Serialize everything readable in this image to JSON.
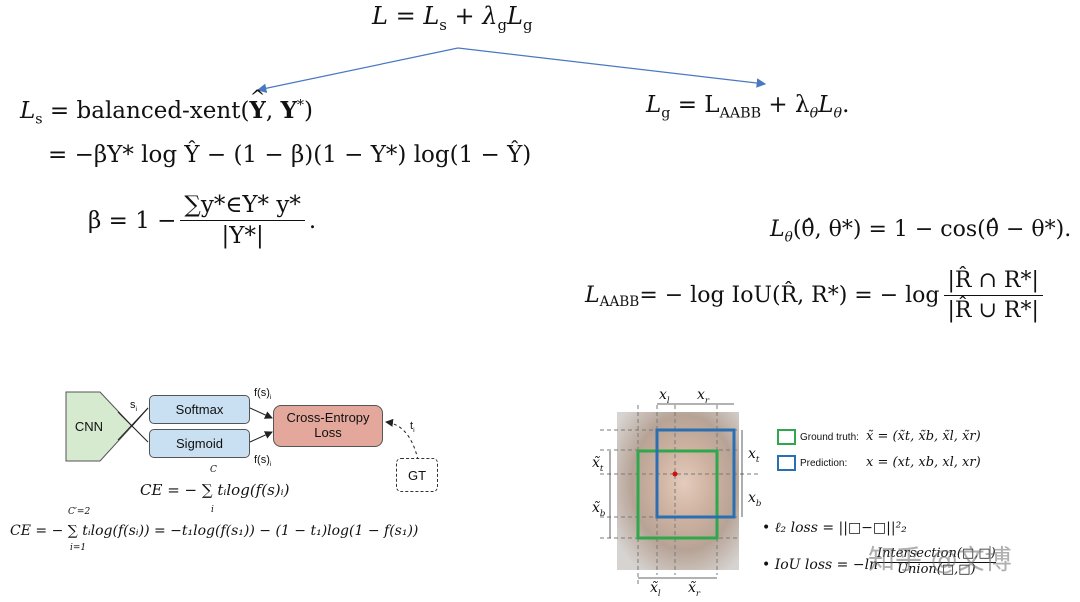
{
  "top": {
    "main_eq": {
      "lhs": "L",
      "eq": "=",
      "l1": "L",
      "l1_sub": "s",
      "plus": "+",
      "lambda": "λ",
      "lambda_sub": "g",
      "l2": "L",
      "l2_sub": "g"
    }
  },
  "left": {
    "ls_line1": {
      "lhs": "L",
      "lhs_sub": "s",
      "rhs": "= balanced-xent(",
      "y1": "Y",
      "comma": ", ",
      "y2": "Y",
      "star": "*",
      "close": ")"
    },
    "ls_line2": {
      "text": "= −βY* log Ŷ − (1 − β)(1 − Y*) log(1 − Ŷ)"
    },
    "beta_eq": {
      "lhs": "β = 1 −",
      "num": "∑y*∈Y* y*",
      "den": "|Y*|",
      "tail": "."
    }
  },
  "right": {
    "lg_eq": {
      "text": "L",
      "sub": "g",
      "rhs": " = L",
      "rhs_sub": "AABB",
      "rest": " + λ",
      "rest_sub": "θ",
      "tail_l": "L",
      "tail_sub": "θ",
      "tail": "."
    },
    "ltheta_eq": {
      "lhs": "L",
      "lhs_sub": "θ",
      "args": "(θ̂, θ*) = 1 − cos(θ̂ − θ*)."
    },
    "laabb_eq": {
      "lhs": "L",
      "lhs_sub": "AABB",
      "mid": " = − log IoU(R̂, R*) = − log",
      "num": "|R̂ ∩ R*|",
      "den": "|R̂ ∪ R*|"
    }
  },
  "flow": {
    "cnn": "CNN",
    "softmax": "Softmax",
    "sigmoid": "Sigmoid",
    "ce_loss": "Cross-Entropy Loss",
    "gt": "GT",
    "s_i": "s",
    "s_i_sub": "i",
    "fs_top": "f(s)",
    "fs_top_sub": "i",
    "fs_bot": "f(s)",
    "fs_bot_sub": "i",
    "t_i": "t",
    "t_i_sub": "i",
    "ce_eq1": "CE = − ∑ tᵢlog(f(s)ᵢ)",
    "ce_eq1_top": "C",
    "ce_eq1_bot": "i",
    "ce_eq2": "CE = − ∑ tᵢlog(f(sᵢ)) = −t₁log(f(s₁)) − (1 − t₁)log(1 − f(s₁))",
    "ce_eq2_top": "C′=2",
    "ce_eq2_bot": "i=1"
  },
  "iou": {
    "xl": "x",
    "xl_sub": "l",
    "xr": "x",
    "xr_sub": "r",
    "xt": "x",
    "xt_sub": "t",
    "xb": "x",
    "xb_sub": "b",
    "xt_tilde": "x̃",
    "xt_tilde_sub": "t",
    "xb_tilde": "x̃",
    "xb_tilde_sub": "b",
    "xl_tilde": "x̃",
    "xl_tilde_sub": "l",
    "xr_tilde": "x̃",
    "xr_tilde_sub": "r",
    "gt_label": "Ground truth:",
    "gt_eq": "x̃ = (x̃t, x̃b, x̃l, x̃r)",
    "pred_label": "Prediction:",
    "pred_eq": "x = (xt, xb, xl, xr)",
    "l2_loss": "ℓ₂  loss  = ||□−□||²₂",
    "iou_loss": "IoU loss = −ln",
    "iou_num": "Intersection(□,□)",
    "iou_den": "Union(□,□)",
    "watermark": "知乎 @文博",
    "colors": {
      "gt": "#2ea84a",
      "pred": "#2b6fb3"
    }
  },
  "colors": {
    "arrow": "#4a78c0",
    "softmax_fill": "#c9dff2",
    "ce_fill": "#e3a79c",
    "cnn_fill": "#d6ead0"
  }
}
